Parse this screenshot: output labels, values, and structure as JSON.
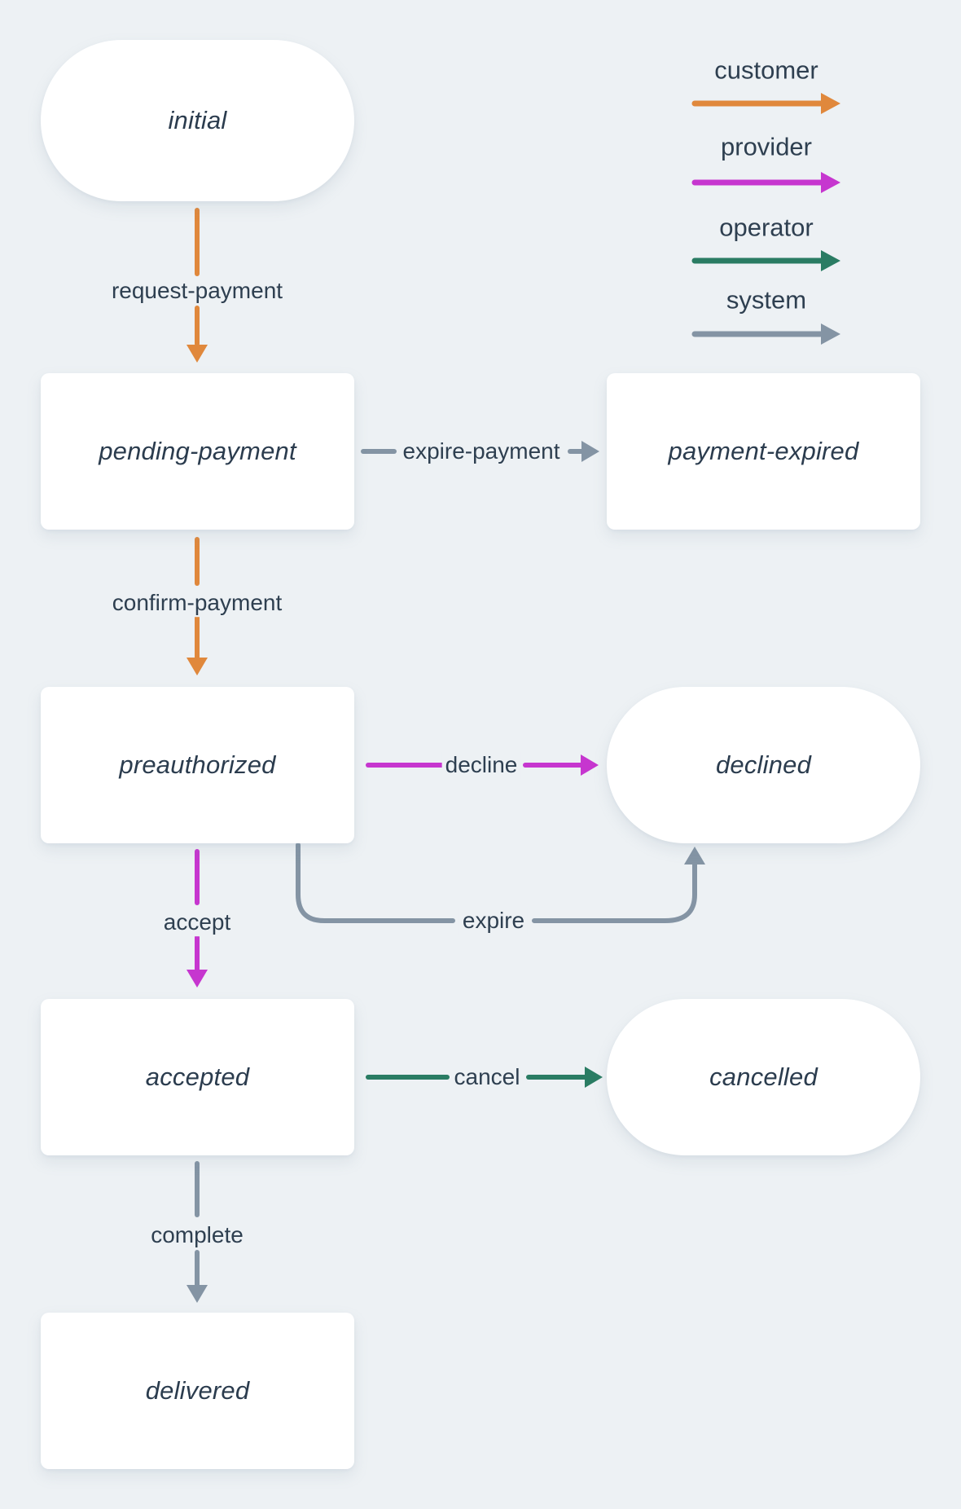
{
  "background": "#edf1f4",
  "legend": {
    "customer": {
      "label": "customer",
      "color": "#e0883c"
    },
    "provider": {
      "label": "provider",
      "color": "#c636cf"
    },
    "operator": {
      "label": "operator",
      "color": "#2a7c63"
    },
    "system": {
      "label": "system",
      "color": "#8494a4"
    }
  },
  "nodes": {
    "initial": {
      "label": "initial",
      "shape": "stadium"
    },
    "pending_payment": {
      "label": "pending-payment",
      "shape": "rect"
    },
    "payment_expired": {
      "label": "payment-expired",
      "shape": "rect"
    },
    "preauthorized": {
      "label": "preauthorized",
      "shape": "rect"
    },
    "declined": {
      "label": "declined",
      "shape": "stadium"
    },
    "accepted": {
      "label": "accepted",
      "shape": "rect"
    },
    "cancelled": {
      "label": "cancelled",
      "shape": "stadium"
    },
    "delivered": {
      "label": "delivered",
      "shape": "rect"
    }
  },
  "edges": {
    "request_payment": {
      "label": "request-payment",
      "actor": "customer",
      "from": "initial",
      "to": "pending-payment"
    },
    "expire_payment": {
      "label": "expire-payment",
      "actor": "system",
      "from": "pending-payment",
      "to": "payment-expired"
    },
    "confirm_payment": {
      "label": "confirm-payment",
      "actor": "customer",
      "from": "pending-payment",
      "to": "preauthorized"
    },
    "decline": {
      "label": "decline",
      "actor": "provider",
      "from": "preauthorized",
      "to": "declined"
    },
    "expire": {
      "label": "expire",
      "actor": "system",
      "from": "preauthorized",
      "to": "declined"
    },
    "accept": {
      "label": "accept",
      "actor": "provider",
      "from": "preauthorized",
      "to": "accepted"
    },
    "cancel": {
      "label": "cancel",
      "actor": "operator",
      "from": "accepted",
      "to": "cancelled"
    },
    "complete": {
      "label": "complete",
      "actor": "system",
      "from": "accepted",
      "to": "delivered"
    }
  }
}
